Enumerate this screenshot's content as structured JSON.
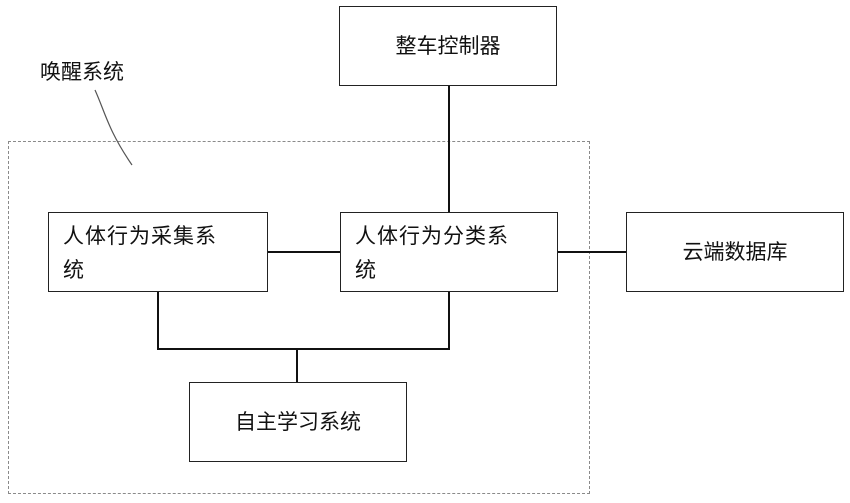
{
  "diagram": {
    "wake_system_label": "唤醒系统",
    "nodes": {
      "vehicle_controller": "整车控制器",
      "collection_line1": "人体行为采集系",
      "collection_line2": "统",
      "classification_line1": "人体行为分类系",
      "classification_line2": "统",
      "cloud_database": "云端数据库",
      "self_learning": "自主学习系统"
    }
  }
}
